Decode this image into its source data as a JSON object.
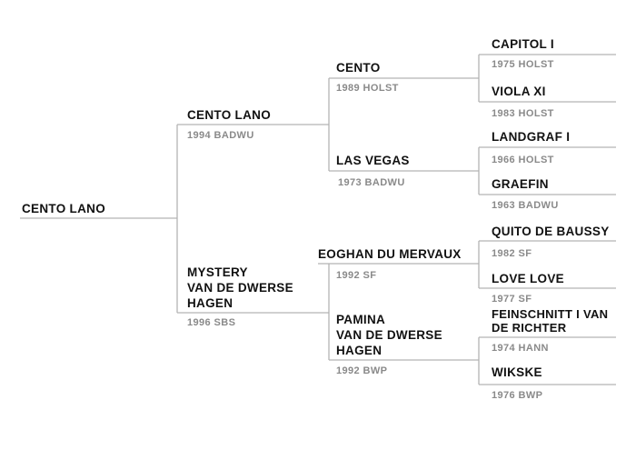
{
  "pedigree": {
    "subject": {
      "name": "CENTO LANO"
    },
    "sire": {
      "name": "CENTO LANO",
      "info": "1994 BADWU"
    },
    "dam": {
      "name_lines": [
        "MYSTERY",
        "VAN DE DWERSE",
        "HAGEN"
      ],
      "info": "1996 SBS"
    },
    "sire_sire": {
      "name": "CENTO",
      "info": "1989 HOLST"
    },
    "sire_dam": {
      "name": "LAS VEGAS",
      "info": "1973 BADWU"
    },
    "dam_sire": {
      "name": "EOGHAN DU MERVAUX",
      "info": "1992 SF"
    },
    "dam_dam": {
      "name_lines": [
        "PAMINA",
        "VAN DE DWERSE",
        "HAGEN"
      ],
      "info": "1992 BWP"
    },
    "sss": {
      "name": "CAPITOL I",
      "info": "1975 HOLST"
    },
    "ssd": {
      "name": "VIOLA XI",
      "info": "1983 HOLST"
    },
    "sds": {
      "name": "LANDGRAF I",
      "info": "1966 HOLST"
    },
    "sdd": {
      "name": "GRAEFIN",
      "info": "1963 BADWU"
    },
    "dss": {
      "name": "QUITO DE BAUSSY",
      "info": "1982 SF"
    },
    "dsd": {
      "name": "LOVE LOVE",
      "info": "1977 SF"
    },
    "dds": {
      "name_lines": [
        "FEINSCHNITT I VAN",
        "DE RICHTER"
      ],
      "info": "1974 HANN"
    },
    "ddd": {
      "name": "WIKSKE",
      "info": "1976 BWP"
    }
  },
  "colors": {
    "line": "#b3b3b3",
    "name": "#111111",
    "info": "#8a8a8a"
  }
}
